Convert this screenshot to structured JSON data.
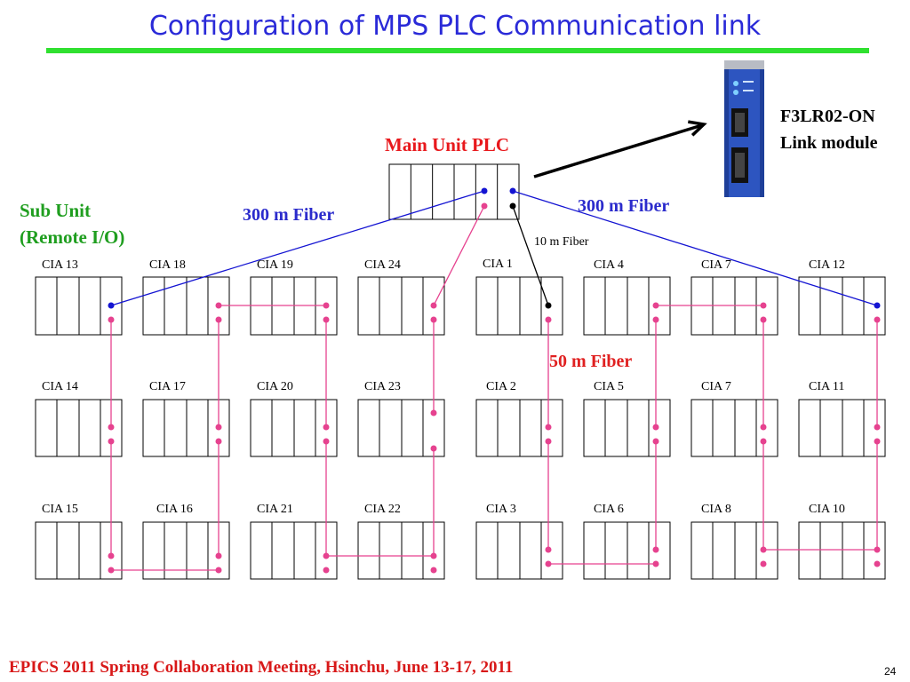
{
  "slide": {
    "title": "Configuration of MPS PLC Communication link",
    "footer": "EPICS 2011 Spring Collaboration Meeting, Hsinchu, June 13-17, 2011",
    "page_number": "24"
  },
  "link_module": {
    "line1": "F3LR02-ON",
    "line2": "Link module"
  },
  "main_unit": {
    "label": "Main Unit PLC"
  },
  "sub_unit": {
    "line1": "Sub Unit",
    "line2": "(Remote I/O)"
  },
  "fiber_labels": {
    "left": "300 m Fiber",
    "right": "300 m Fiber",
    "short": "10 m Fiber",
    "loop": "50 m Fiber"
  },
  "units": {
    "row1": [
      "CIA 13",
      "CIA 18",
      "CIA 19",
      "CIA 24",
      "CIA 1",
      "CIA 4",
      "CIA 7",
      "CIA 12"
    ],
    "row2": [
      "CIA 14",
      "CIA 17",
      "CIA 20",
      "CIA 23",
      "CIA 2",
      "CIA 5",
      "CIA 7",
      "CIA 11"
    ],
    "row3": [
      "CIA 15",
      "CIA 16",
      "CIA 21",
      "CIA 22",
      "CIA 3",
      "CIA 6",
      "CIA 8",
      "CIA 10"
    ]
  },
  "colors": {
    "title": "#2a2ad8",
    "accent_bar": "#30e030",
    "sub_unit": "#1f9e1f",
    "main_label": "#e8181c",
    "fiber_300": "#2b2bcc",
    "fiber_50": "#e02020",
    "footer": "#d81818",
    "link_blue": "#1414d2",
    "link_pink": "#e6428f",
    "link_black": "#000000",
    "module_body": "#2d55c0"
  }
}
